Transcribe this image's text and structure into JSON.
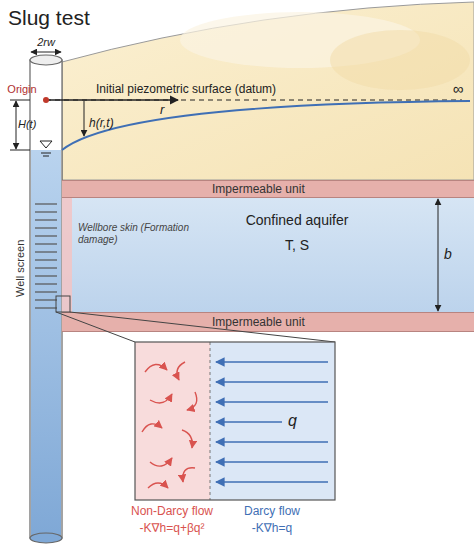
{
  "diagram": {
    "title": "Slug test",
    "nodes": [
      {
        "text": [
          "Impermeable unit"
        ]
      },
      {
        "text": [
          "Confined aquifer",
          "T, S"
        ]
      },
      {
        "text": [
          "Impermeable unit"
        ]
      }
    ],
    "labels": [
      "2rw",
      "Origin",
      "Initial piezometric surface (datum)",
      "∞",
      "r",
      "H(t)",
      "h(r,t)",
      "Wellbore skin (Formation damage)",
      "Well screen",
      "b",
      "q",
      "Non-Darcy flow",
      "-K∇h=q+βq²",
      "Darcy flow",
      "-K∇h=q"
    ]
  }
}
